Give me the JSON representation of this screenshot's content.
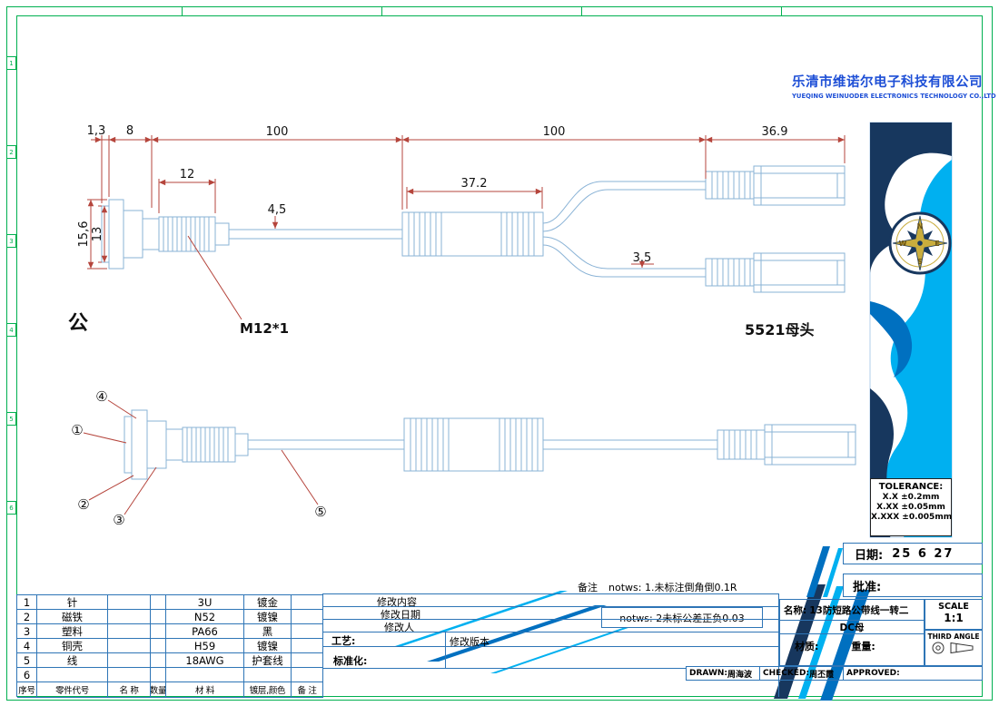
{
  "frame": {
    "zones": [
      "1",
      "2",
      "3",
      "4",
      "5",
      "6"
    ]
  },
  "company": {
    "name_cn": "乐清市维诺尔电子科技有限公司",
    "name_en": "YUEQING WEINUODER ELECTRONICS TECHNOLOGY CO.,LTD"
  },
  "drawing": {
    "dims": {
      "plate": "1,3",
      "flange": "8",
      "cable1": "100",
      "cable2": "100",
      "plug": "36.9",
      "thread": "12",
      "cable_dia": "4,5",
      "body": "37.2",
      "branch_dia": "3.5",
      "flange_dia": "15,6",
      "plate_dia": "13"
    },
    "labels": {
      "male": "公",
      "thread": "M12*1",
      "plug": "5521母头"
    },
    "callouts": [
      "①",
      "②",
      "③",
      "④",
      "⑤"
    ]
  },
  "compass": {
    "n": "N",
    "e": "E",
    "s": "S",
    "w": "W"
  },
  "tolerance": {
    "title": "TOLERANCE:",
    "row1": "X.X  ±0.2mm",
    "row2": "X.XX  ±0.05mm",
    "row3": "X.XXX  ±0.005mm"
  },
  "notes": {
    "prefix": "备注",
    "line1": "notws: 1.未标注倒角倒0.1R",
    "line2": "notws: 2未标公差正负0.03"
  },
  "revision": {
    "content": "修改内容",
    "date": "修改日期",
    "person": "修改人",
    "process": "工艺:",
    "version": "修改版本",
    "standard": "标准化:"
  },
  "title_block": {
    "date_label": "日期:",
    "date_value": "25 6 27",
    "approve_label": "批准:",
    "name_label": "名称:",
    "name_value": "13防短路公带线一转二",
    "name_sub": "DC母",
    "material_label": "材质:",
    "weight_label": "重量:",
    "scale_label": "SCALE",
    "scale_value": "1:1",
    "angle_label": "THIRD ANGLE"
  },
  "signatures": {
    "drawn_label": "DRAWN:",
    "drawn_name": "周海波",
    "checked_label": "CHECKED:",
    "checked_name": "周丕霞",
    "approved_label": "APPROVED:"
  },
  "parts_table": {
    "headers": [
      "序号",
      "零件代号",
      "名 称",
      "数量",
      "材 料",
      "镀层,颜色",
      "备 注"
    ],
    "rows": [
      {
        "no": "1",
        "name": "针",
        "material": "3U",
        "plating": "镀金"
      },
      {
        "no": "2",
        "name": "磁铁",
        "material": "N52",
        "plating": "镀镍"
      },
      {
        "no": "3",
        "name": "塑料",
        "material": "PA66",
        "plating": "黑"
      },
      {
        "no": "4",
        "name": "铜壳",
        "material": "H59",
        "plating": "镀镍"
      },
      {
        "no": "5",
        "name": "线",
        "material": "18AWG",
        "plating": "护套线"
      },
      {
        "no": "6",
        "name": "",
        "material": "",
        "plating": ""
      }
    ]
  }
}
